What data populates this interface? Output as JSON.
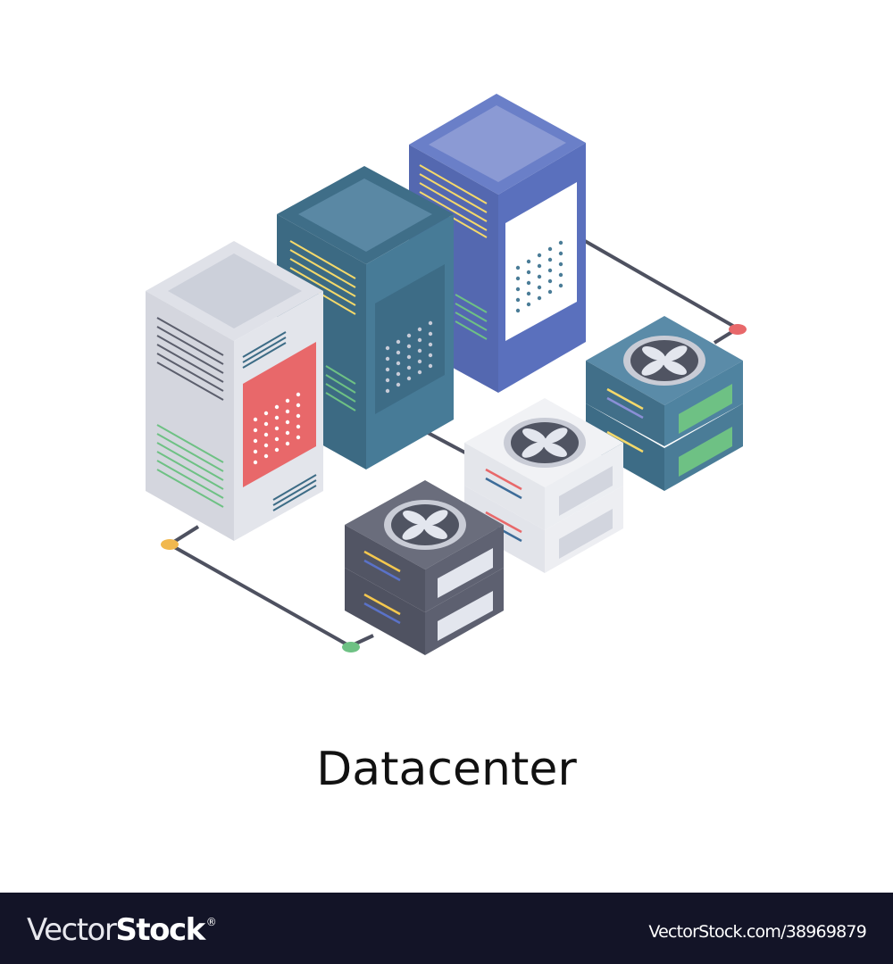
{
  "illustration": {
    "title": "Datacenter",
    "style": "isometric flat vector",
    "elements": {
      "tower_servers": [
        {
          "name": "grey-tower",
          "body_color": "#d4d6de",
          "panel_color": "#e8686a"
        },
        {
          "name": "teal-tower",
          "body_color": "#467893",
          "panel_color": "#3d6e86"
        },
        {
          "name": "blue-tower",
          "body_color": "#5a6fbb",
          "panel_color": "#ffffff"
        }
      ],
      "rack_units": [
        {
          "name": "dark-rack",
          "body_color": "#5d6070"
        },
        {
          "name": "white-rack",
          "body_color": "#eaebf0"
        },
        {
          "name": "teal-rack",
          "body_color": "#4a7c97",
          "accent_color": "#6ec184"
        }
      ],
      "connection_nodes": [
        {
          "name": "yellow-node",
          "color": "#f1b84e"
        },
        {
          "name": "green-node",
          "color": "#6ec184"
        },
        {
          "name": "red-node",
          "color": "#e8686a"
        }
      ]
    }
  },
  "caption": {
    "text": "Datacenter"
  },
  "footer": {
    "brand_thin": "Vector",
    "brand_bold": "Stock",
    "brand_reg": "®",
    "stock_id": "VectorStock.com/38969879"
  }
}
